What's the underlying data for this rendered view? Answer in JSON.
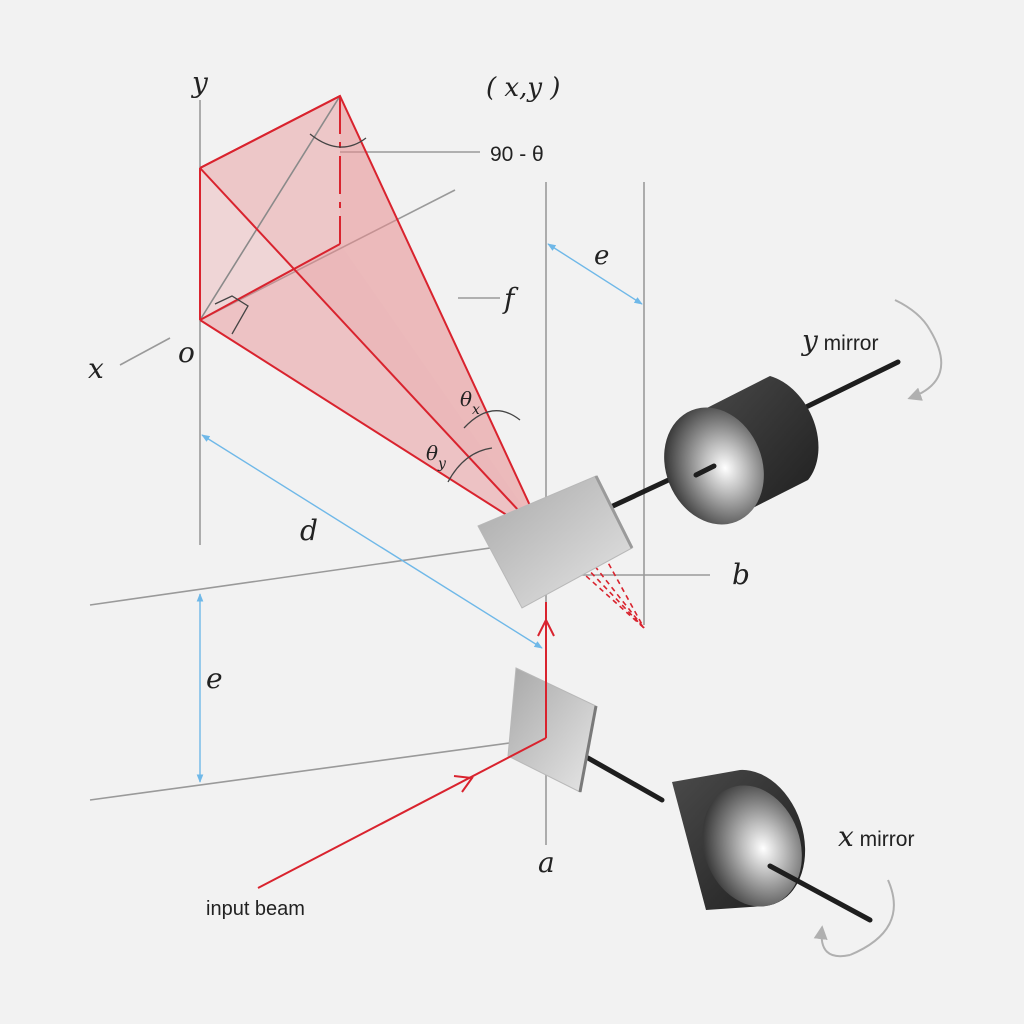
{
  "labels": {
    "y_axis": "y",
    "x_axis": "x",
    "origin": "o",
    "target_point": "( x,y )",
    "angle_90": "90 - θ",
    "distance_e_top": "e",
    "focal_f": "f",
    "y_mirror_var": "y",
    "y_mirror_text": " mirror",
    "x_mirror_var": "x",
    "x_mirror_text": " mirror",
    "theta_x": "θ",
    "theta_x_sub": "x",
    "theta_y": "θ",
    "theta_y_sub": "y",
    "distance_d": "d",
    "point_b": "b",
    "distance_e_left": "e",
    "point_a": "a",
    "input_beam": "input beam"
  },
  "colors": {
    "background": "#f2f2f2",
    "beam": "#d9232e",
    "beam_fill": "#e88c8f",
    "guide": "#9a9a9a",
    "dimension": "#6fb8e8",
    "motor": "#2b2b2b",
    "mirror": "#c9c9c9"
  }
}
